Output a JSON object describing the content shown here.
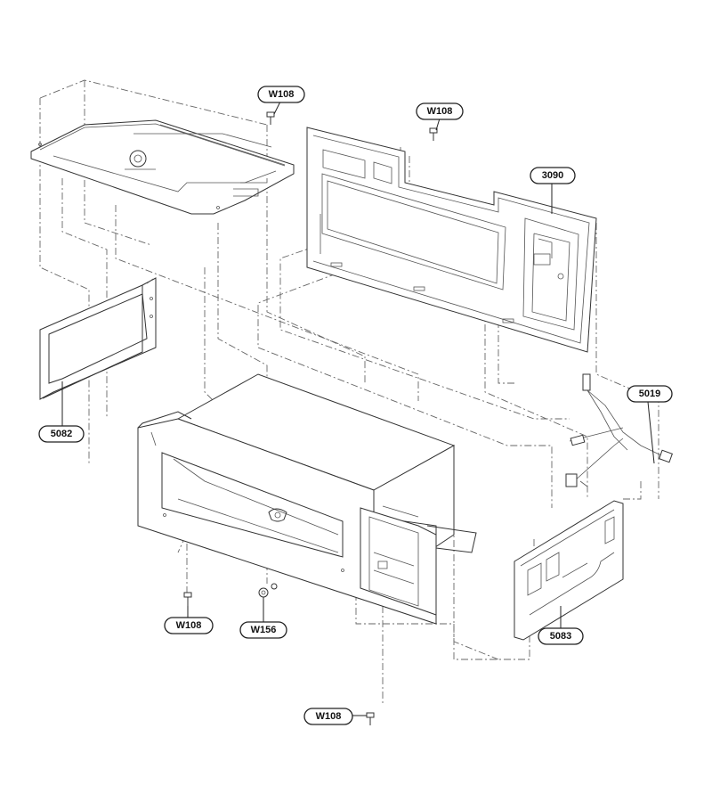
{
  "labels": {
    "w108_top": "W108",
    "w108_mid": "W108",
    "p3090": "3090",
    "p5082": "5082",
    "p5019": "5019",
    "w108_left": "W108",
    "w156": "W156",
    "p5083": "5083",
    "w108_bottom": "W108"
  }
}
